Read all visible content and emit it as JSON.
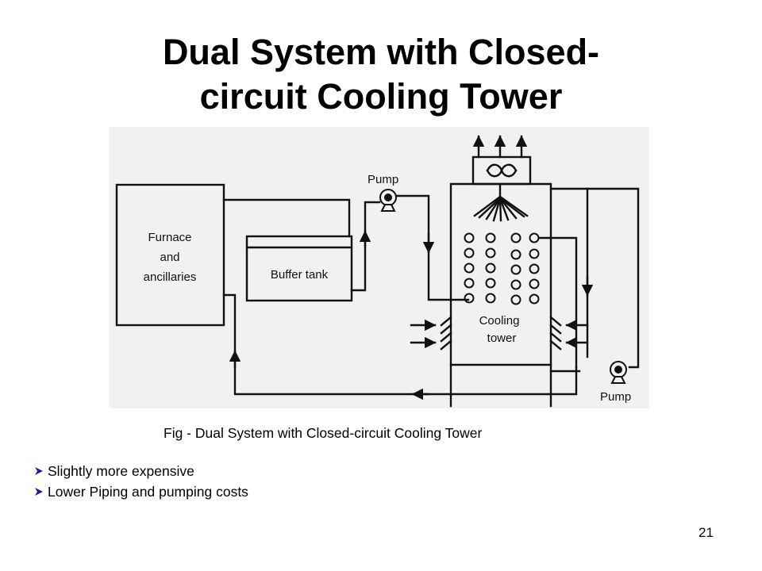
{
  "slide": {
    "title_line1": "Dual System with Closed-",
    "title_line2": "circuit Cooling Tower",
    "caption": "Fig -  Dual System with Closed-circuit Cooling Tower",
    "bullets": [
      {
        "text": "Slightly more expensive",
        "icon": "arrow-bullet-icon"
      },
      {
        "text": "Lower Piping and pumping costs",
        "icon": "arrow-bullet-icon"
      }
    ],
    "page_number": "21"
  },
  "diagram": {
    "furnace": {
      "line1": "Furnace",
      "line2": "and",
      "line3": "ancillaries"
    },
    "buffer_tank": "Buffer tank",
    "pump_top": "Pump",
    "pump_bottom": "Pump",
    "cooling_tower": {
      "line1": "Cooling",
      "line2": "tower"
    },
    "colors": {
      "line": "#111111",
      "background": "#f1f1f1",
      "bullet": "#1a1a9a"
    }
  }
}
